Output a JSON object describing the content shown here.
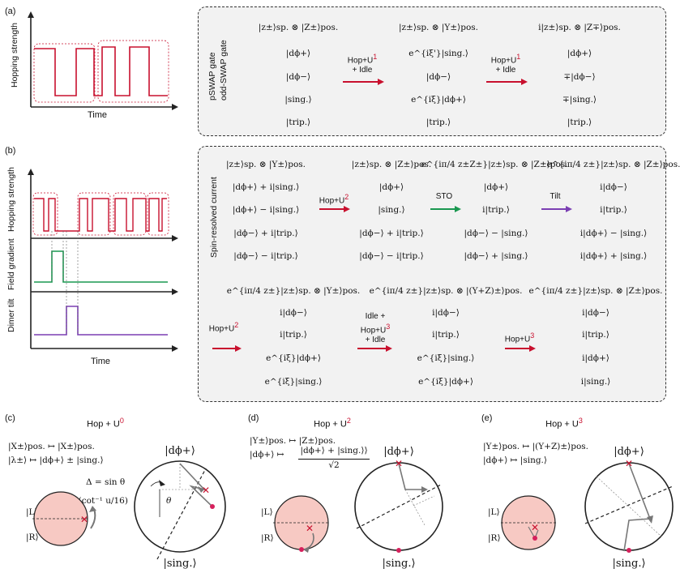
{
  "panels": {
    "a": {
      "label": "(a)",
      "ylabel": "Hopping strength",
      "xlabel": "Time",
      "side_label_1": "pSWAP gate",
      "side_label_2": "odd-SWAP gate",
      "columns": [
        {
          "header": "|z±⟩sp. ⊗ |Z±⟩pos.",
          "rows": [
            "|dϕ+⟩",
            "|dϕ−⟩",
            "|sing.⟩",
            "|trip.⟩"
          ]
        },
        {
          "header": "|z±⟩sp. ⊗ |Y±⟩pos.",
          "rows": [
            "e^{iξ'}|sing.⟩",
            "|dϕ−⟩",
            "e^{iξ}|dϕ+⟩",
            "|trip.⟩"
          ]
        },
        {
          "header": "i|z±⟩sp. ⊗ |Z∓⟩pos.",
          "rows": [
            "|dϕ+⟩",
            "∓|dϕ−⟩",
            "∓|sing.⟩",
            "|trip.⟩"
          ]
        }
      ],
      "arrows": [
        {
          "label": "Hop+U",
          "sup": "1",
          "sub": "+ Idle"
        },
        {
          "label": "Hop+U",
          "sup": "1",
          "sub": "+ Idle"
        }
      ]
    },
    "b": {
      "label": "(b)",
      "ylabel_1": "Hopping strength",
      "ylabel_2": "Field gradient",
      "ylabel_3": "Dimer tilt",
      "xlabel": "Time",
      "side_label": "Spin-resolved current",
      "row1": [
        {
          "header": "|z±⟩sp. ⊗ |Y±⟩pos.",
          "rows": [
            "|dϕ+⟩ + i|sing.⟩",
            "|dϕ+⟩ − i|sing.⟩",
            "|dϕ−⟩ + i|trip.⟩",
            "|dϕ−⟩ − i|trip.⟩"
          ]
        },
        {
          "header": "|z±⟩sp. ⊗ |Z±⟩pos.",
          "rows": [
            "|dϕ+⟩",
            "|sing.⟩",
            "|dϕ−⟩ + i|trip.⟩",
            "|dϕ−⟩ − i|trip.⟩"
          ]
        },
        {
          "header": "e^{iπ/4 z±Z±}|z±⟩sp. ⊗ |Z±⟩pos.",
          "rows": [
            "|dϕ+⟩",
            "i|trip.⟩",
            "|dϕ−⟩ − |sing.⟩",
            "|dϕ−⟩ + |sing.⟩"
          ]
        },
        {
          "header": "e^{iπ/4 z±}|z±⟩sp. ⊗ |Z±⟩pos.",
          "rows": [
            "i|dϕ−⟩",
            "i|trip.⟩",
            "i|dϕ+⟩ − |sing.⟩",
            "i|dϕ+⟩ + |sing.⟩"
          ]
        }
      ],
      "row1_arrows": [
        {
          "label": "Hop+U",
          "sup": "2"
        },
        {
          "label": "STO",
          "sup": ""
        },
        {
          "label": "Tilt",
          "sup": ""
        }
      ],
      "row2": [
        {
          "header": "e^{iπ/4 z±}|z±⟩sp. ⊗ |Y±⟩pos.",
          "rows": [
            "i|dϕ−⟩",
            "i|trip.⟩",
            "e^{iξ}|dϕ+⟩",
            "e^{iξ}|sing.⟩"
          ]
        },
        {
          "header": "e^{iπ/4 z±}|z±⟩sp. ⊗ |(Y+Z)±⟩pos.",
          "rows": [
            "i|dϕ−⟩",
            "i|trip.⟩",
            "e^{iξ}|sing.⟩",
            "e^{iξ}|dϕ+⟩"
          ]
        },
        {
          "header": "e^{iπ/4 z±}|z±⟩sp. ⊗ |Z±⟩pos.",
          "rows": [
            "i|dϕ−⟩",
            "i|trip.⟩",
            "i|dϕ+⟩",
            "i|sing.⟩"
          ]
        }
      ],
      "row2_arrows": [
        {
          "label": "Hop+U",
          "sup": "2",
          "pre": ""
        },
        {
          "label": "Hop+U",
          "sup": "3",
          "pre": "Idle +",
          "sub": "+ Idle"
        },
        {
          "label": "Hop+U",
          "sup": "3",
          "pre": ""
        }
      ]
    },
    "c": {
      "label": "(c)",
      "title": "Hop + U",
      "title_sup": "0",
      "map_1": "|X±⟩pos. ↦ |X±⟩pos.",
      "map_2": "|λ±⟩ ↦ |dϕ+⟩ ± |sing.⟩",
      "delta_eq": "Δ = sin θ",
      "z_eq": "z = cos(cot⁻¹ u/16)",
      "theta": "θ",
      "top_state": "|dϕ+⟩",
      "bottom_state": "|sing.⟩",
      "L_state": "|L⟩",
      "R_state": "|R⟩"
    },
    "d": {
      "label": "(d)",
      "title": "Hop + U",
      "title_sup": "2",
      "map_1": "|Y±⟩pos. ↦ |Z±⟩pos.",
      "map_2_lhs": "|dϕ+⟩ ↦",
      "map_2_num": "|dϕ+⟩ + |sing.⟩⟩",
      "map_2_den": "√2",
      "top_state": "|dϕ+⟩",
      "bottom_state": "|sing.⟩",
      "L_state": "|L⟩",
      "R_state": "|R⟩"
    },
    "e": {
      "label": "(e)",
      "title": "Hop + U",
      "title_sup": "3",
      "map_1": "|Y±⟩pos. ↦ |(Y+Z)±⟩pos.",
      "map_2": "|dϕ+⟩ ↦ |sing.⟩",
      "top_state": "|dϕ+⟩",
      "bottom_state": "|sing.⟩",
      "L_state": "|L⟩",
      "R_state": "|R⟩"
    }
  },
  "colors": {
    "red": "#c8102e",
    "green": "#1a9850",
    "purple": "#7b3fb3",
    "pink": "#f7c9c3",
    "gray": "#777777"
  }
}
